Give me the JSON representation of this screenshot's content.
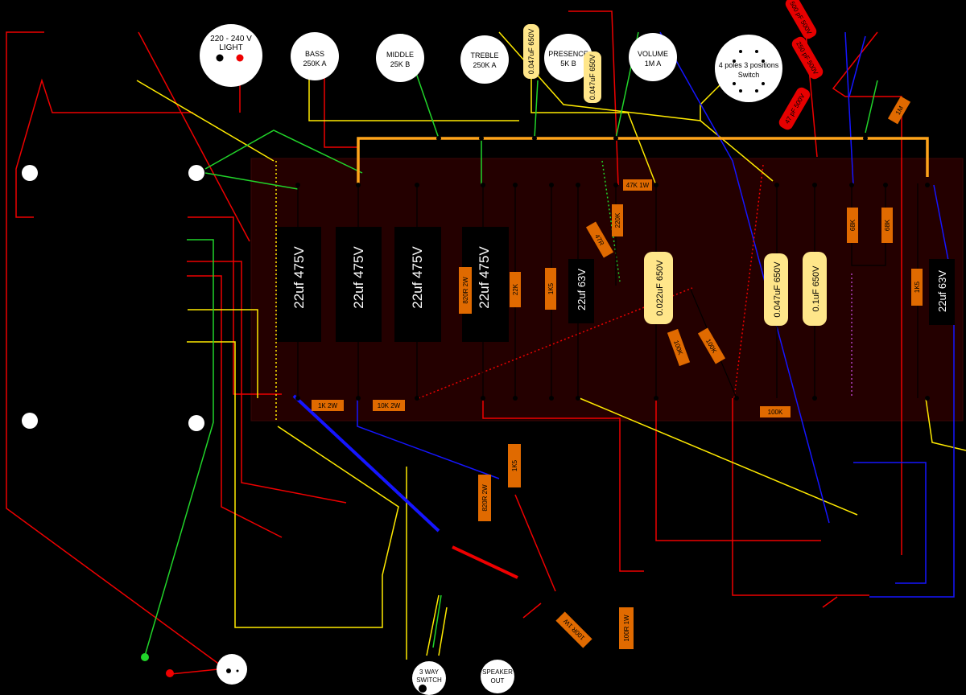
{
  "pots": {
    "light": [
      "220 - 240 V",
      "LIGHT"
    ],
    "bass": [
      "BASS",
      "250K A"
    ],
    "middle": [
      "MIDDLE",
      "25K B"
    ],
    "treble": [
      "TREBLE",
      "250K A"
    ],
    "presence": [
      "PRESENCE",
      "5K B"
    ],
    "volume": [
      "VOLUME",
      "1M A"
    ],
    "switch": [
      "4 poles 3 positions",
      "Switch"
    ],
    "three_way": [
      "3 WAY",
      "SWITCH"
    ],
    "speaker": [
      "SPEAKER",
      "OUT"
    ]
  },
  "electrolytics": {
    "c1": "22uf 475V",
    "c2": "22uf 475V",
    "c3": "22uf 475V",
    "c4": "22uf 475V",
    "c5": "22uf 63V",
    "c6": "22uf 63V"
  },
  "film_caps": {
    "top1": "0.047uF 650V",
    "top2": "0.047uF 650V",
    "c0022": "0.022uF 650V",
    "c0047": "0.047uF 650V",
    "c01": "0.1uF 650V"
  },
  "red_caps": {
    "r1": "500 pF 500V",
    "r2": "250 pF 500V",
    "r3": "47 pF 500V"
  },
  "resistors": {
    "r47k": "47K 1W",
    "r220k": "220K",
    "r47r": "47R",
    "r820_top": "820R 2W",
    "r22k": "22K",
    "r1k5_a": "1K5",
    "r100k_a": "100K",
    "r100k_b": "100K",
    "r100k_c": "100K",
    "r68k_a": "68K",
    "r68k_b": "68K",
    "r1k5_b": "1K5",
    "r1m_top": "1M",
    "r1k2w": "1K 2W",
    "r10k2w": "10K 2W",
    "r1k5_c": "1K5",
    "r820_bottom": "820R 2W",
    "r100r1w_a": "100R 1W",
    "r100r1w_b": "100R 1W"
  },
  "colors": {
    "background": "#000000",
    "board": "#240000",
    "red_wire": "#ff0000",
    "yellow_wire": "#ffea00",
    "green_wire": "#21d42a",
    "blue_wire": "#1515ff",
    "orange_bus": "#ffa41a",
    "resistor": "#e06a00",
    "film_cap": "#ffe68a",
    "red_cap": "#e60000"
  }
}
